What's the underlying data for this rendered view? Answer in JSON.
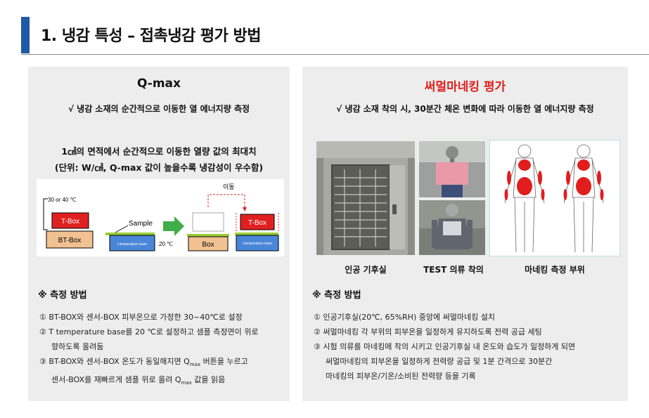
{
  "header": {
    "title": "1. 냉감 특성 – 접촉냉감 평가 방법"
  },
  "left": {
    "title": "Q-max",
    "subtitle": "√ 냉감 소재의 순간적으로 이동한 열 에너지량 측정",
    "definition_line1": "1㎠의 면적에서 순간적으로 이동한 열량 값의 최대치",
    "definition_line2": "(단위: W/㎠, Q-max 값이 높을수록 냉감성이 우수함)",
    "diagram": {
      "temp_label": "30 or 40 ℃",
      "tbox": "T-Box",
      "btbox": "BT-Box",
      "sample": "Sample",
      "t_base": "t temperature base",
      "temp20": "20 ℃",
      "move": "이동",
      "box": "Box"
    },
    "method_title": "※ 측정 방법",
    "steps": {
      "s1": "① BT-BOX와 센서-BOX 피부온으로 가정한 30~40℃로 설정",
      "s2a": "② T temperature base를 20 ℃로 설정하고 샘플 측정면이 위로",
      "s2b": "향하도록 올려둠",
      "s3a_pre": "③ BT-BOX와 센서-BOX 온도가 동일해지면 Q",
      "s3a_sub": "max",
      "s3a_post": " 버튼을 누르고",
      "s3b_pre": "센서-BOX를 재빠르게 샘플 위로 올려 Q",
      "s3b_sub": "max",
      "s3b_post": " 값을 읽음"
    }
  },
  "right": {
    "title": "써멀마네킹 평가",
    "subtitle": "√ 냉감 소재 착의 시, 30분간 체온 변화에 따라 이동한 열 에너지량 측정",
    "captions": {
      "chamber": "인공 기후실",
      "test": "TEST 의류 착의",
      "parts": "마네킹 측정 부위"
    },
    "method_title": "※ 측정 방법",
    "steps": {
      "s1": "① 인공기후실(20℃, 65%RH) 중앙에 써멀마네킹 설치",
      "s2": "② 써멀마네킹 각 부위의 피부온을 일정하게 유지하도록 전력 공급 세팅",
      "s3a": "③ 시험 의류를 마네킹에 착의 시키고 인공기후실 내 온도와 습도가 일정하게 되면",
      "s3b": "써멀마네킹의 피부온을 일정하게 전력량 공급 및 1분 간격으로 30분간",
      "s3c": "마네킹의 피부온/기온/소비된 전력량 등을 기록"
    }
  },
  "colors": {
    "accent_blue": "#1f5aa6",
    "accent_red": "#e0201b",
    "panel_bg": "#ededed"
  }
}
